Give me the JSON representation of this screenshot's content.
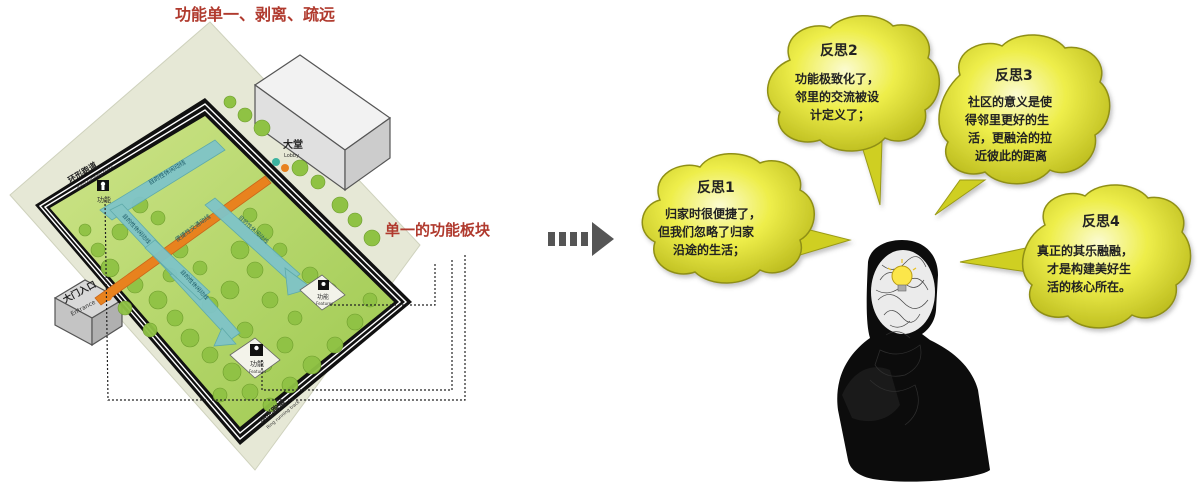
{
  "plan": {
    "top_title": "功能单一、剥离、疏远",
    "side_label": "单一的功能板块",
    "lobby_cn": "大堂",
    "lobby_en": "Lobby",
    "gate_cn": "大门入口",
    "gate_en": "Entrance",
    "ring_road_top": "环形跑道",
    "ring_road_top_en": "Ring running track",
    "ring_road_bottom": "环形跑道",
    "ring_road_bottom_en": "Ring running track",
    "func_label": "功能",
    "func_label_en": "Features",
    "paths": [
      "目的性休闲动线",
      "便捷性交通动线",
      "目的性休闲动线",
      "目的性休闲动线",
      "目的性休闲动线"
    ]
  },
  "bubbles": [
    {
      "title": "反思1",
      "lines": [
        "归家时很便捷了，",
        "但我们忽略了归家",
        "沿途的生活；"
      ]
    },
    {
      "title": "反思2",
      "lines": [
        "功能极致化了，",
        "邻里的交流被设",
        "计定义了；"
      ]
    },
    {
      "title": "反思3",
      "lines": [
        "社区的意义是使",
        "得邻里更好的生",
        "活，更融洽的拉",
        "近彼此的距离"
      ]
    },
    {
      "title": "反思4",
      "lines": [
        "真正的其乐融融，",
        "才是构建美好生",
        "活的核心所在。"
      ]
    }
  ],
  "colors": {
    "bubble_fill": "#e4e430",
    "title_red": "#b03a2e",
    "grass": "#b9d96a",
    "road_orange": "#e8821e",
    "path_teal": "#7fc4c8"
  }
}
